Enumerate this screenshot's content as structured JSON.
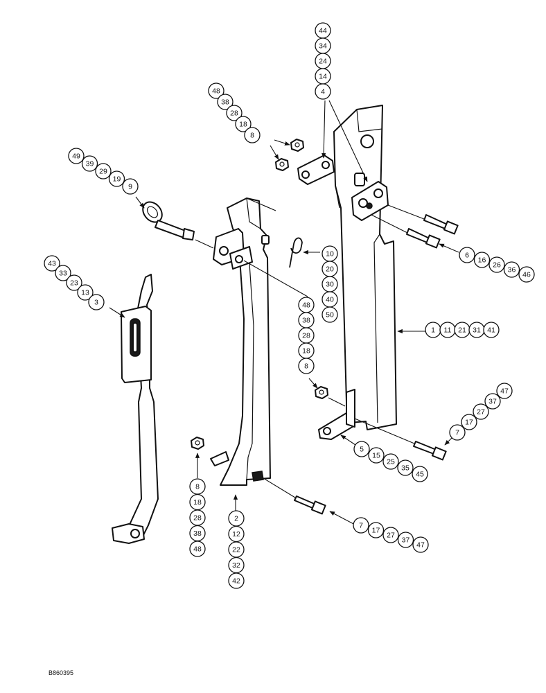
{
  "figure_code": "B860395",
  "callouts": [
    {
      "id": "c4",
      "labels": [
        "44",
        "34",
        "24",
        "14",
        "4"
      ]
    },
    {
      "id": "c8a",
      "labels": [
        "48",
        "38",
        "28",
        "18",
        "8"
      ]
    },
    {
      "id": "c9",
      "labels": [
        "49",
        "39",
        "29",
        "19",
        "9"
      ]
    },
    {
      "id": "c3",
      "labels": [
        "43",
        "33",
        "23",
        "13",
        "3"
      ]
    },
    {
      "id": "c10",
      "labels": [
        "10",
        "20",
        "30",
        "40",
        "50"
      ]
    },
    {
      "id": "c6",
      "labels": [
        "6",
        "16",
        "26",
        "36",
        "46"
      ]
    },
    {
      "id": "c1",
      "labels": [
        "1",
        "11",
        "21",
        "31",
        "41"
      ]
    },
    {
      "id": "c8b",
      "labels": [
        "48",
        "38",
        "28",
        "18",
        "8"
      ]
    },
    {
      "id": "c7a",
      "labels": [
        "47",
        "37",
        "27",
        "17",
        "7"
      ]
    },
    {
      "id": "c5",
      "labels": [
        "5",
        "15",
        "25",
        "35",
        "45"
      ]
    },
    {
      "id": "c8c",
      "labels": [
        "8",
        "18",
        "28",
        "38",
        "48"
      ]
    },
    {
      "id": "c2",
      "labels": [
        "2",
        "12",
        "22",
        "32",
        "42"
      ]
    },
    {
      "id": "c7b",
      "labels": [
        "7",
        "17",
        "27",
        "37",
        "47"
      ]
    }
  ]
}
